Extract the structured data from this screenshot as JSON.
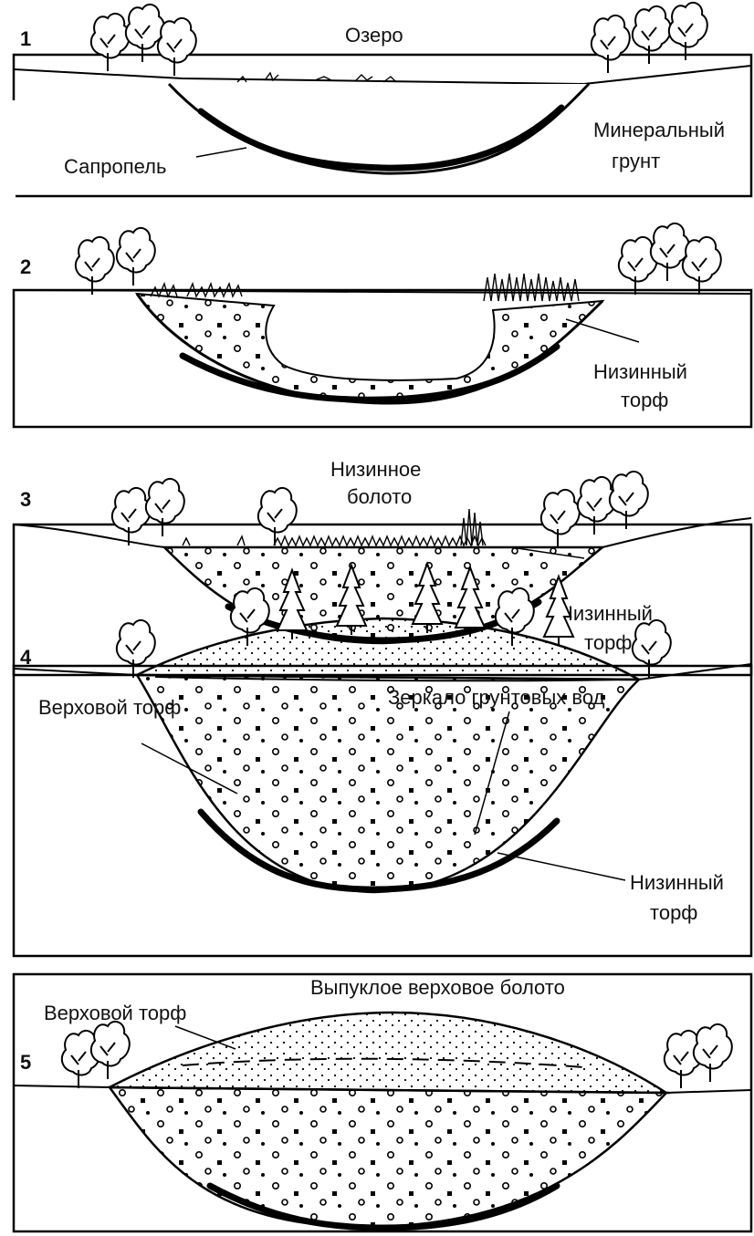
{
  "stages": [
    {
      "number": "1",
      "labels": {
        "title": "Озеро",
        "left": "Сапропель",
        "right_line1": "Минеральный",
        "right_line2": "грунт"
      }
    },
    {
      "number": "2",
      "labels": {
        "right_line1": "Низинный",
        "right_line2": "торф"
      }
    },
    {
      "number": "3",
      "labels": {
        "title_line1": "Низинное",
        "title_line2": "болото",
        "right_line1": "Низинный",
        "right_line2": "торф"
      }
    },
    {
      "number": "4",
      "labels": {
        "left": "Верховой торф",
        "top_right": "Зеркало грунтовых вод",
        "right_line1": "Низинный",
        "right_line2": "торф"
      }
    },
    {
      "number": "5",
      "labels": {
        "title": "Выпуклое  верховое болото",
        "left": "Верховой торф"
      }
    }
  ]
}
